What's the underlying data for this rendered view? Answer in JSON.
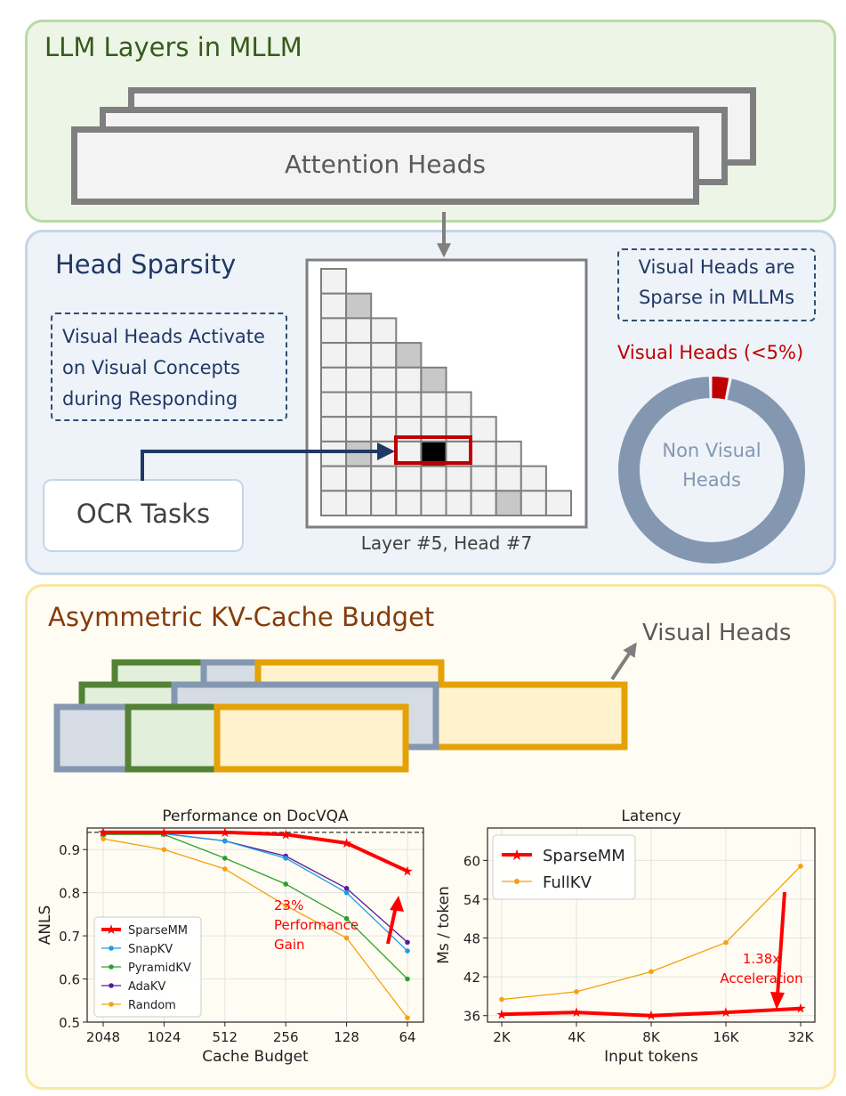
{
  "sections": {
    "llm": {
      "title": "LLM Layers in MLLM",
      "stack_label": "Attention Heads"
    },
    "sparsity": {
      "title": "Head Sparsity",
      "note_activate": [
        "Visual Heads Activate",
        "on Visual Concepts",
        "during Responding"
      ],
      "note_sparse": [
        "Visual Heads are",
        "Sparse in MLLMs"
      ],
      "ocr_label": "OCR Tasks",
      "grid_caption": "Layer #5, Head #7",
      "donut": {
        "visual_label": "Visual Heads (<5%)",
        "non_visual_label": [
          "Non Visual",
          "Heads"
        ],
        "visual_fraction": 0.03
      }
    },
    "budget": {
      "title": "Asymmetric KV-Cache Budget",
      "visual_heads_label": "Visual Heads"
    }
  },
  "colors": {
    "green_panel_bg": "#edf6e6",
    "green_panel_border": "#b9dba6",
    "blue_panel_bg": "#eef3f9",
    "blue_panel_border": "#c5d5e8",
    "yellow_panel_bg": "#fffdf3",
    "yellow_panel_border": "#f9e7a0",
    "visual_red": "#c00000",
    "donut_blue": "#8497b0",
    "bar_green": "#548235",
    "bar_gold": "#e4a207",
    "bar_blue": "#8497b0"
  },
  "chart_data": [
    {
      "type": "line",
      "title": "Performance on DocVQA",
      "xlabel": "Cache Budget",
      "ylabel": "ANLS",
      "categories": [
        "2048",
        "1024",
        "512",
        "256",
        "128",
        "64"
      ],
      "ylim": [
        0.5,
        0.95
      ],
      "yticks": [
        "0.5",
        "0.6",
        "0.7",
        "0.8",
        "0.9"
      ],
      "reference_line": 0.94,
      "legend_position": "lower-left",
      "grid": true,
      "annotation": [
        "23%",
        "Performance",
        "Gain"
      ],
      "series": [
        {
          "name": "SparseMM",
          "color": "#ff0000",
          "values": [
            0.94,
            0.94,
            0.94,
            0.935,
            0.915,
            0.85
          ]
        },
        {
          "name": "SnapKV",
          "color": "#1f9be0",
          "values": [
            0.94,
            0.937,
            0.92,
            0.88,
            0.8,
            0.665
          ]
        },
        {
          "name": "PyramidKV",
          "color": "#2ca02c",
          "values": [
            0.935,
            0.935,
            0.88,
            0.82,
            0.74,
            0.6
          ]
        },
        {
          "name": "AdaKV",
          "color": "#5b1a9e",
          "values": [
            0.94,
            0.937,
            0.92,
            0.885,
            0.81,
            0.685
          ]
        },
        {
          "name": "Random",
          "color": "#f5a00f",
          "values": [
            0.925,
            0.9,
            0.855,
            0.77,
            0.695,
            0.51
          ]
        }
      ]
    },
    {
      "type": "line",
      "title": "Latency",
      "xlabel": "Input tokens",
      "ylabel": "Ms / token",
      "categories": [
        "2K",
        "4K",
        "8K",
        "16K",
        "32K"
      ],
      "ylim": [
        35,
        65
      ],
      "yticks": [
        "36",
        "42",
        "48",
        "54",
        "60"
      ],
      "legend_position": "top-left",
      "grid": true,
      "annotation": [
        "1.38x",
        "Acceleration"
      ],
      "series": [
        {
          "name": "SparseMM",
          "color": "#ff0000",
          "values": [
            36.2,
            36.5,
            36.0,
            36.5,
            37.1
          ]
        },
        {
          "name": "FullKV",
          "color": "#f5a00f",
          "values": [
            38.5,
            39.7,
            42.8,
            47.3,
            59.1
          ]
        }
      ]
    }
  ]
}
